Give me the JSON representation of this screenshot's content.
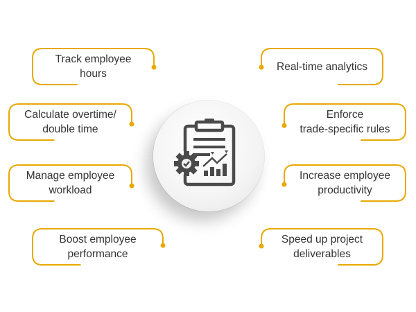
{
  "title_icon": "clipboard-gear-chart-icon",
  "colors": {
    "accent": "#E8A900",
    "text": "#333333",
    "icon": "#4a4a4a"
  },
  "left_items": [
    {
      "line1": "Track employee",
      "line2": "hours"
    },
    {
      "line1": "Calculate overtime/",
      "line2": "double time"
    },
    {
      "line1": "Manage employee",
      "line2": "workload"
    },
    {
      "line1": "Boost employee",
      "line2": "performance"
    }
  ],
  "right_items": [
    {
      "line1": "Real-time analytics",
      "line2": ""
    },
    {
      "line1": "Enforce",
      "line2": "trade-specific rules"
    },
    {
      "line1": "Increase employee",
      "line2": "productivity"
    },
    {
      "line1": "Speed up project",
      "line2": "deliverables"
    }
  ]
}
